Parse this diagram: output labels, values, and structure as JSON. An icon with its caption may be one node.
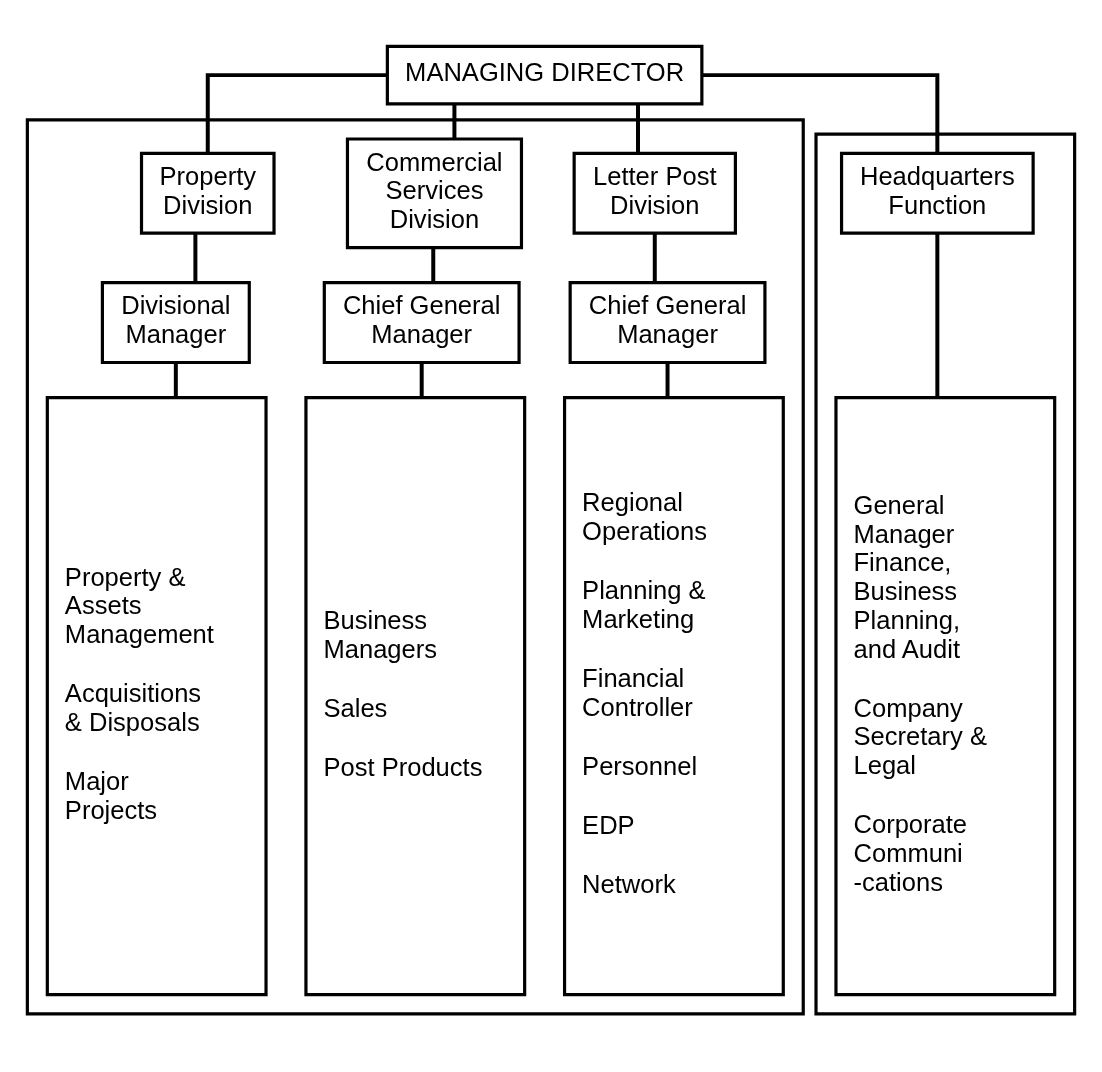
{
  "diagram": {
    "nodes": [
      {
        "text": [
          "MANAGING DIRECTOR"
        ]
      },
      {
        "text": [],
        "shape": "box"
      },
      {
        "text": [
          "Letter Post Division"
        ],
        "in": 1
      },
      {
        "text": [
          "Commercial Services Division"
        ],
        "in": 1
      },
      {
        "text": [
          "Property Division"
        ],
        "in": 1
      },
      {
        "text": [
          "Chief General Manager"
        ],
        "in": 1
      },
      {
        "text": [
          "Chief General Manager"
        ],
        "in": 1
      },
      {
        "text": [
          "Divisional Manager"
        ],
        "in": 1
      },
      {
        "text": [
          "Regional Operations",
          "Planning & Marketing",
          "Financial Controller",
          "Personnel",
          "EDP",
          "Network"
        ],
        "in": 1
      },
      {
        "text": [
          "Business Managers",
          "Sales",
          "Post Products"
        ],
        "in": 1
      },
      {
        "text": [
          "Property & Assets Management",
          "Acquisitions & Disposals",
          "Major Projects"
        ],
        "in": 1
      },
      {
        "text": [],
        "shape": "box"
      },
      {
        "text": [
          "Headquarters Function"
        ],
        "in": 11
      },
      {
        "text": [
          "General Manager Finance, Business Planning, and Audit",
          "Company Secretary & Legal",
          "Corporate Communi -cations"
        ],
        "in": 11
      }
    ],
    "edges": [
      {
        "from": 0,
        "to": 2,
        "arrow": "none"
      },
      {
        "from": 0,
        "to": 3,
        "arrow": "none"
      },
      {
        "from": 0,
        "to": 4,
        "arrow": "none"
      },
      {
        "from": 0,
        "to": 12,
        "arrow": "none"
      },
      {
        "from": 2,
        "to": 5,
        "arrow": "none"
      },
      {
        "from": 5,
        "to": 8,
        "arrow": "none"
      },
      {
        "from": 3,
        "to": 6,
        "arrow": "none"
      },
      {
        "from": 6,
        "to": 9,
        "arrow": "none"
      },
      {
        "from": 4,
        "to": 7,
        "arrow": "none"
      },
      {
        "from": 7,
        "to": 10,
        "arrow": "none"
      },
      {
        "from": 12,
        "to": 13,
        "arrow": "none"
      }
    ]
  }
}
